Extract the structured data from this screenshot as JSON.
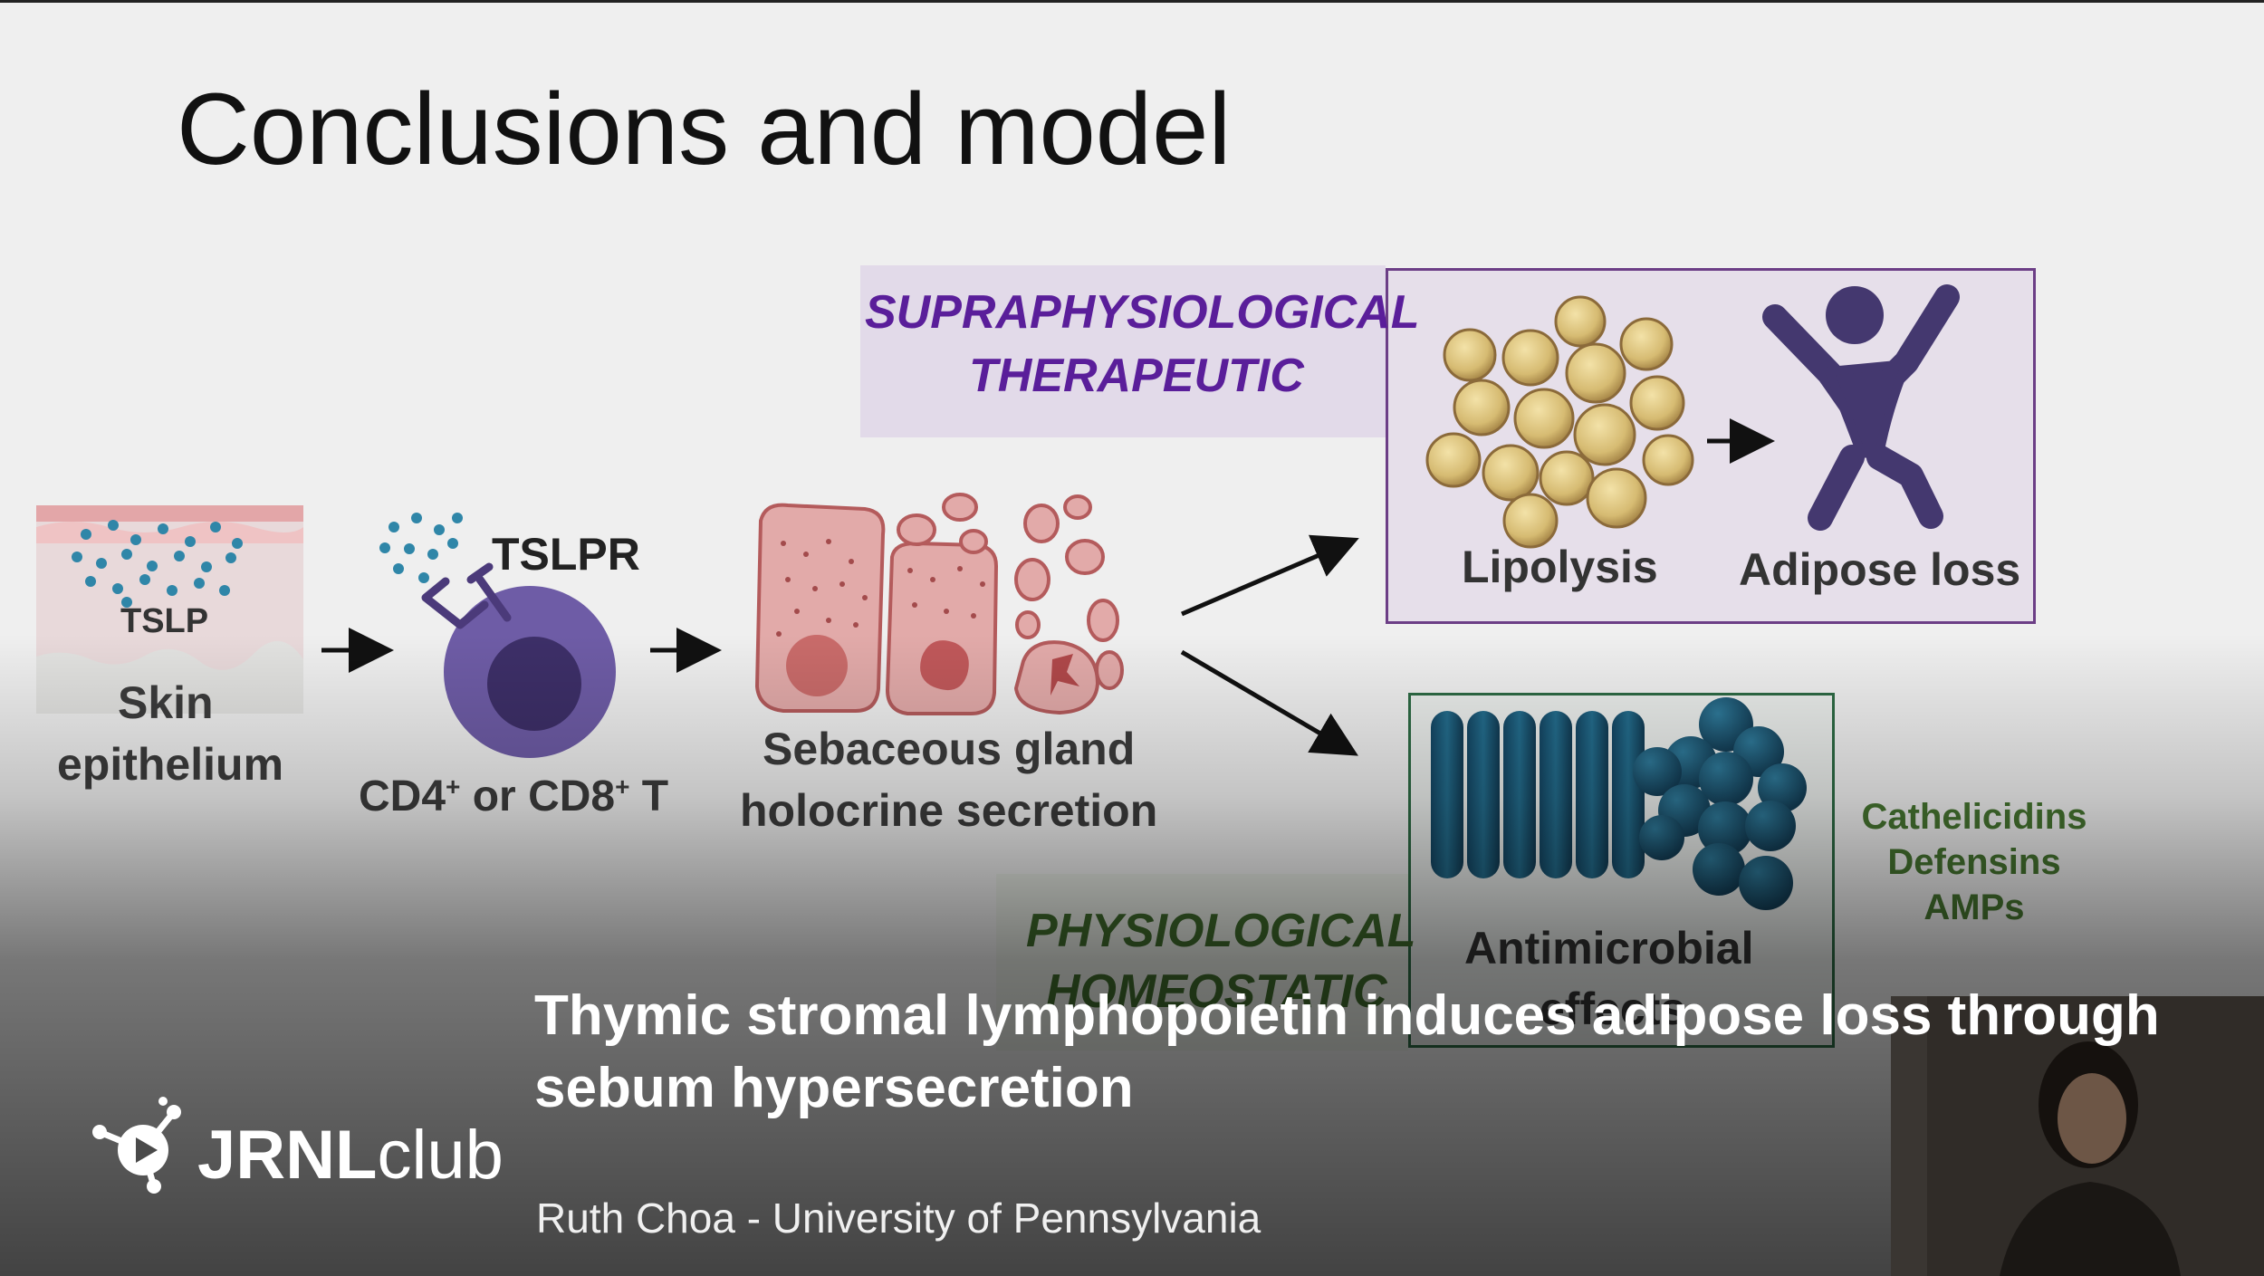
{
  "slide": {
    "title": "Conclusions and model",
    "supra_line1": "SUPRAPHYSIOLOGICAL",
    "supra_line2": "THERAPEUTIC",
    "physio_line1": "PHYSIOLOGICAL",
    "physio_line2": "HOMEOSTATIC",
    "tslp_label": "TSLP",
    "skin_line1": "Skin",
    "skin_line2": "epithelium",
    "tslpr_label": "TSLPR",
    "tcell_label_a": "CD4",
    "tcell_sup_a": "+",
    "tcell_label_b": " or CD8",
    "tcell_sup_b": "+",
    "tcell_label_c": " T",
    "gland_line1": "Sebaceous gland",
    "gland_line2": "holocrine secretion",
    "lipolysis_label": "Lipolysis",
    "adipose_label": "Adipose loss",
    "antimicrobial_line1": "Antimicrobial",
    "antimicrobial_line2": "effects",
    "amp_list": [
      "Cathelicidins",
      "Defensins",
      "AMPs"
    ]
  },
  "caption": {
    "title": "Thymic stromal lymphopoietin induces adipose loss through sebum hypersecretion",
    "author": "Ruth Choa - University of Pennsylvania"
  },
  "logo": {
    "brand_bold": "JRNL",
    "brand_light": "club",
    "icon": "molecule-play-icon"
  },
  "colors": {
    "supra": "#5a1e9a",
    "physio": "#3f6b2c",
    "cell_purple": "#5b4a8e",
    "gland_pink": "#d98a8a",
    "fat_tan": "#d8bf7a",
    "bacteria_blue": "#1e5a78"
  }
}
